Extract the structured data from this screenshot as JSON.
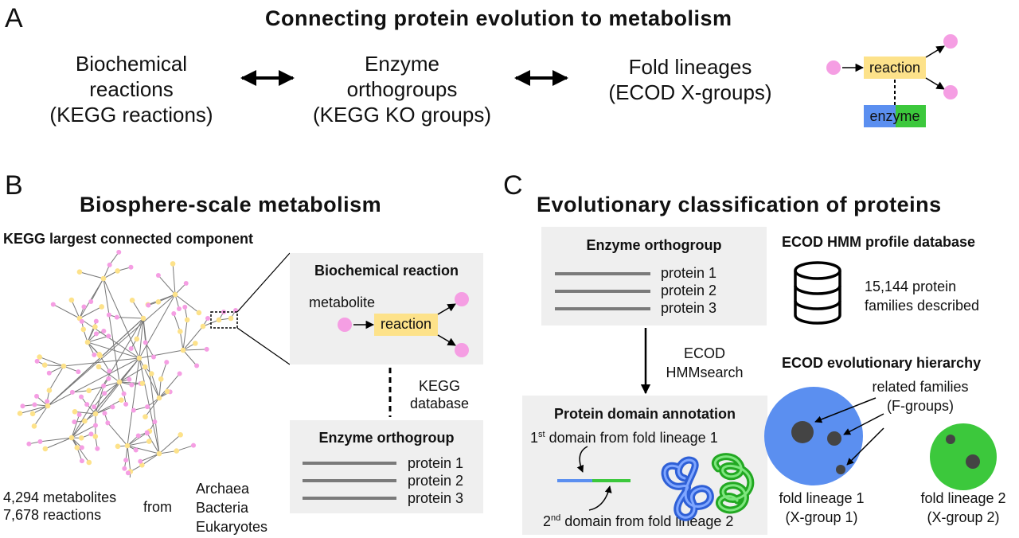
{
  "panelA": {
    "letter": "A",
    "title": "Connecting protein evolution to metabolism",
    "col1": [
      "Biochemical",
      "reactions",
      "(KEGG reactions)"
    ],
    "col2": [
      "Enzyme",
      "orthogroups",
      "(KEGG KO groups)"
    ],
    "col3": [
      "Fold lineages",
      "(ECOD X-groups)"
    ],
    "reaction_label": "reaction",
    "enzyme_label": "enzyme"
  },
  "panelB": {
    "letter": "B",
    "title": "Biosphere-scale metabolism",
    "network_label": "KEGG largest connected component",
    "reaction_box_title": "Biochemical reaction",
    "metabolite_label": "metabolite",
    "reaction_label": "reaction",
    "kegg_db": [
      "KEGG",
      "database"
    ],
    "ortho_title": "Enzyme orthogroup",
    "proteins": [
      "protein 1",
      "protein 2",
      "protein 3"
    ],
    "stats": [
      "4,294 metabolites",
      "7,678 reactions"
    ],
    "from_label": "from",
    "domains": [
      "Archaea",
      "Bacteria",
      "Eukaryotes"
    ]
  },
  "panelC": {
    "letter": "C",
    "title": "Evolutionary classification of proteins",
    "ortho_title": "Enzyme orthogroup",
    "proteins": [
      "protein 1",
      "protein 2",
      "protein 3"
    ],
    "search_label": [
      "ECOD",
      "HMMsearch"
    ],
    "annotation_title": "Protein domain annotation",
    "domain1_prefix": "1",
    "domain1_sup": "st",
    "domain1_rest": " domain from fold lineage 1",
    "domain2_prefix": "2",
    "domain2_sup": "nd",
    "domain2_rest": " domain from fold lineage 2",
    "db_title": "ECOD HMM profile database",
    "db_desc": [
      "15,144 protein",
      "families described"
    ],
    "hierarchy_title": "ECOD evolutionary hierarchy",
    "related_label": [
      "related families",
      "(F-groups)"
    ],
    "lineage1": [
      "fold lineage 1",
      "(X-group 1)"
    ],
    "lineage2": [
      "fold lineage 2",
      "(X-group 2)"
    ]
  },
  "colors": {
    "metabolite": "#f59ee3",
    "reaction": "#fde28a",
    "enzyme_blue": "#5b8ff0",
    "enzyme_green": "#3cc83c",
    "lineage1": "#5b8ff0",
    "lineage2": "#3cc83c",
    "box_gray": "#efefef"
  }
}
